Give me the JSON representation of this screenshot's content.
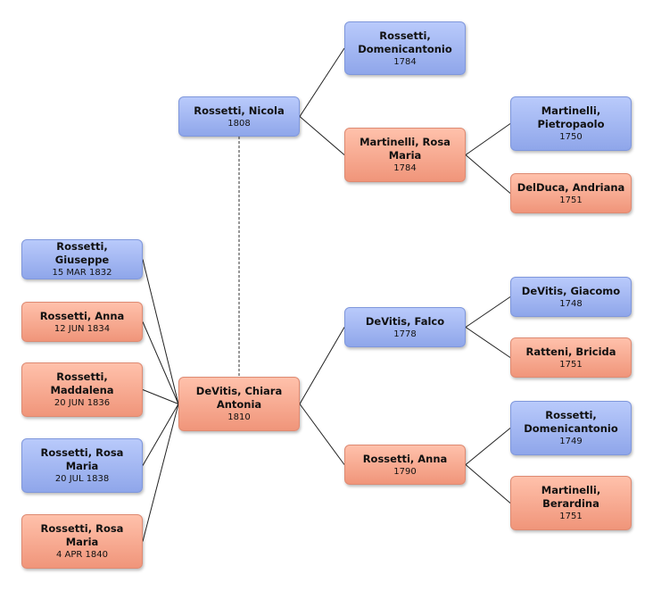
{
  "focus": {
    "name": "DeVitis, Chiara\nAntonia",
    "date": "1810",
    "sex": "female"
  },
  "spouse": {
    "name": "Rossetti, Nicola",
    "date": "1808",
    "sex": "male"
  },
  "spouse_parents": {
    "father": {
      "name": "Rossetti,\nDomenicantonio",
      "date": "1784",
      "sex": "male"
    },
    "mother": {
      "name": "Martinelli, Rosa\nMaria",
      "date": "1784",
      "sex": "female"
    }
  },
  "spouse_maternal_grandparents": {
    "father": {
      "name": "Martinelli,\nPietropaolo",
      "date": "1750",
      "sex": "male"
    },
    "mother": {
      "name": "DelDuca, Andriana",
      "date": "1751",
      "sex": "female"
    }
  },
  "parents": {
    "father": {
      "name": "DeVitis, Falco",
      "date": "1778",
      "sex": "male"
    },
    "mother": {
      "name": "Rossetti, Anna",
      "date": "1790",
      "sex": "female"
    }
  },
  "paternal_grandparents": {
    "father": {
      "name": "DeVitis, Giacomo",
      "date": "1748",
      "sex": "male"
    },
    "mother": {
      "name": "Ratteni, Bricida",
      "date": "1751",
      "sex": "female"
    }
  },
  "maternal_grandparents": {
    "father": {
      "name": "Rossetti,\nDomenicantonio",
      "date": "1749",
      "sex": "male"
    },
    "mother": {
      "name": "Martinelli,\nBerardina",
      "date": "1751",
      "sex": "female"
    }
  },
  "children": [
    {
      "name": "Rossetti, Giuseppe",
      "date": "15 MAR 1832",
      "sex": "male"
    },
    {
      "name": "Rossetti, Anna",
      "date": "12 JUN 1834",
      "sex": "female"
    },
    {
      "name": "Rossetti,\nMaddalena",
      "date": "20 JUN 1836",
      "sex": "female"
    },
    {
      "name": "Rossetti, Rosa\nMaria",
      "date": "20 JUL 1838",
      "sex": "male"
    },
    {
      "name": "Rossetti, Rosa\nMaria",
      "date": "4 APR 1840",
      "sex": "female"
    }
  ],
  "colors": {
    "male": "#9db1f0",
    "female": "#f7a489",
    "line": "#222222",
    "spouse_link": "#555555"
  }
}
